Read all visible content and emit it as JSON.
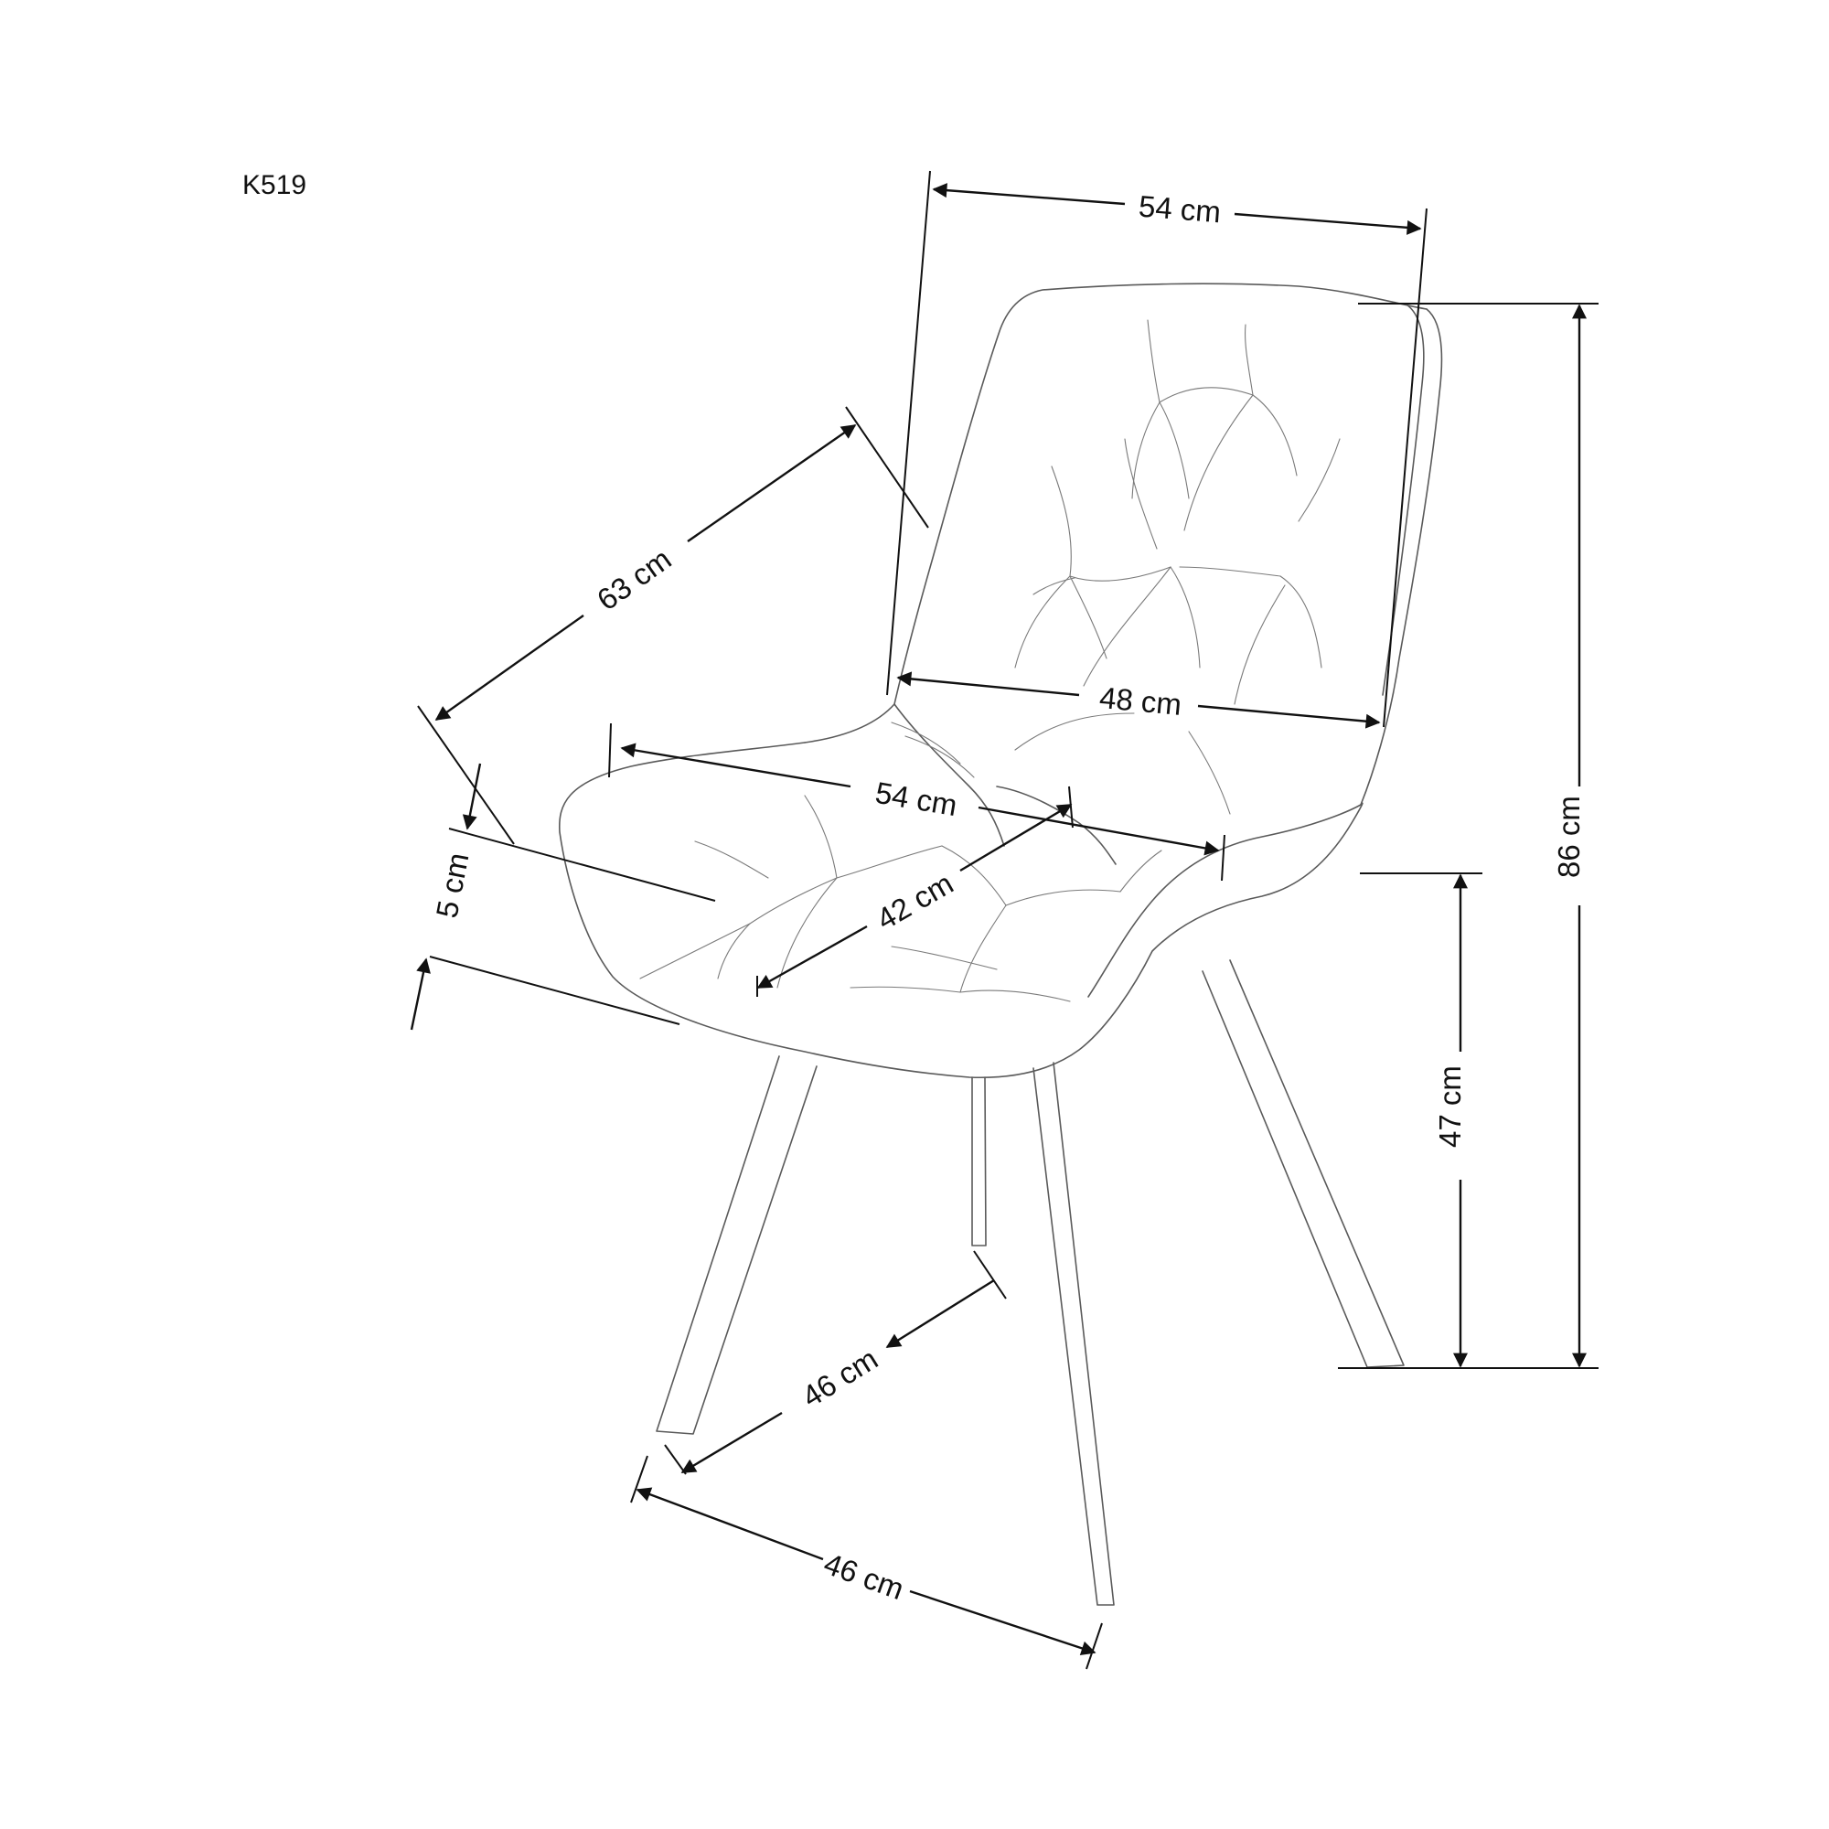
{
  "model_code": "K519",
  "dimensions": {
    "top_width": "54 cm",
    "back_width": "48 cm",
    "depth": "63 cm",
    "seat_width": "54 cm",
    "seat_depth": "42 cm",
    "seat_thickness": "5 cm",
    "total_height": "86 cm",
    "seat_height": "47 cm",
    "leg_span_depth": "46 cm",
    "leg_span_width": "46 cm"
  },
  "colors": {
    "line": "#111111",
    "outline": "#5a5a5a"
  }
}
